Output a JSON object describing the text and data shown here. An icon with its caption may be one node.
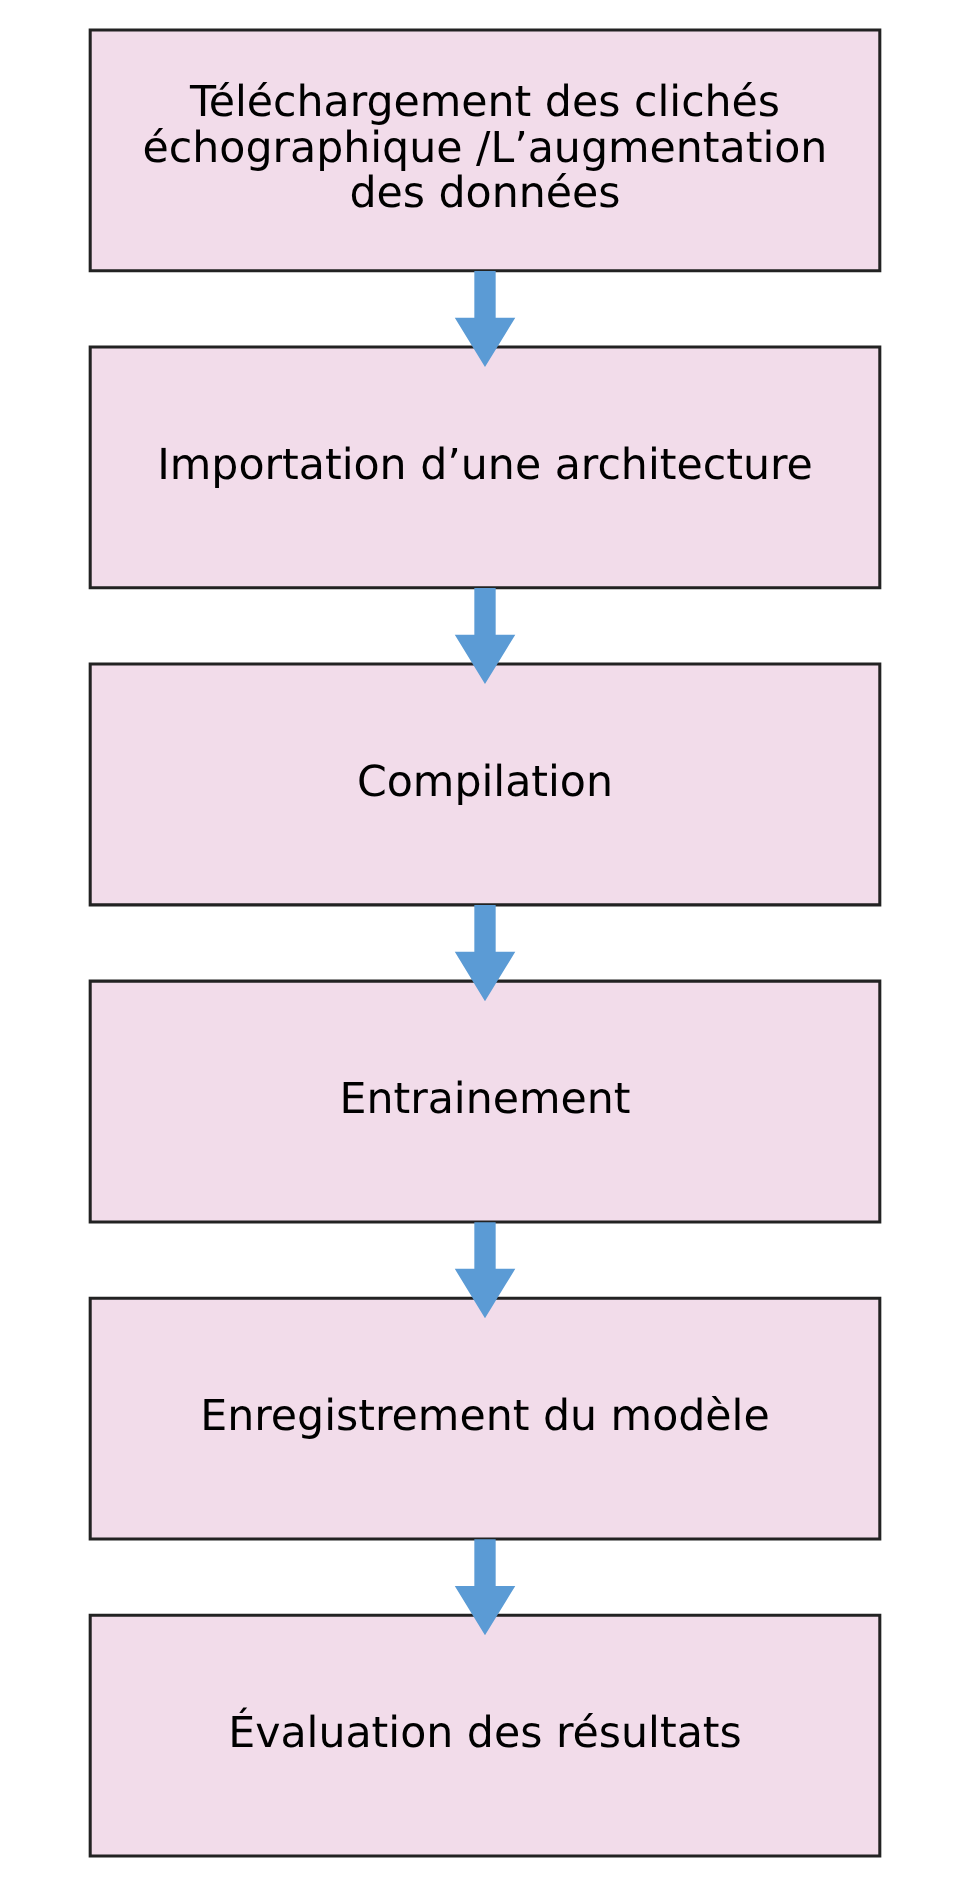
{
  "diagram": {
    "nodes": [
      {
        "text": [
          "Téléchargement des clichés échographique /L’augmentation des données"
        ]
      },
      {
        "text": [
          "Importation d’une architecture"
        ]
      },
      {
        "text": [
          "Compilation"
        ]
      },
      {
        "text": [
          "Entrainement"
        ]
      },
      {
        "text": [
          "Enregistrement du modèle"
        ]
      },
      {
        "text": [
          "Évaluation des résultats"
        ]
      }
    ],
    "edges": [
      {
        "from": 0,
        "to": 1,
        "arrow": "to"
      },
      {
        "from": 1,
        "to": 2,
        "arrow": "to"
      },
      {
        "from": 2,
        "to": 3,
        "arrow": "to"
      },
      {
        "from": 3,
        "to": 4,
        "arrow": "to"
      },
      {
        "from": 4,
        "to": 5,
        "arrow": "to"
      }
    ]
  }
}
